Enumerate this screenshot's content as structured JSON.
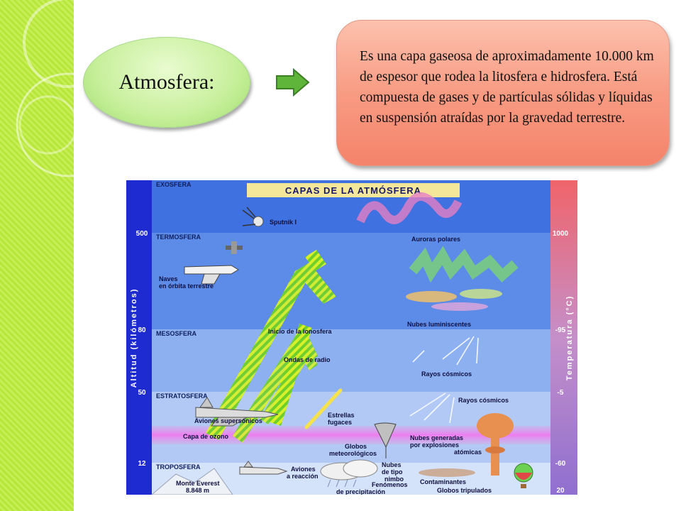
{
  "title": "Atmosfera:",
  "description": "Es una capa gaseosa de aproximadamente 10.000 km de espesor que rodea la litosfera e hidrosfera. Está compuesta de gases y de partículas sólidas y líquidas en suspensión atraídas por la gravedad terrestre.",
  "diagram": {
    "heading": "CAPAS DE LA ATMÓSFERA",
    "left_axis_label": "Altitud (kilómetros)",
    "right_axis_label": "Temperatura (°C)",
    "layers": {
      "exosfera": "EXOSFERA",
      "termosfera": "TERMOSFERA",
      "mesosfera": "MESOSFERA",
      "estratosfera": "ESTRATOSFERA",
      "troposfera": "TROPOSFERA"
    },
    "altitude_ticks": [
      "500",
      "80",
      "50",
      "12"
    ],
    "temperature_ticks": [
      "1000",
      "-95",
      "-5",
      "-60",
      "20"
    ],
    "labels": {
      "sputnik": "Sputnik I",
      "auroras": "Auroras polares",
      "naves_1": "Naves",
      "naves_2": "en órbita terrestre",
      "nubes_luminiscentes": "Nubes luminiscentes",
      "ionosfera": "Inicio de la ionosfera",
      "ondas": "Ondas de radio",
      "rayos_cosmicos_1": "Rayos cósmicos",
      "rayos_cosmicos_2": "Rayos cósmicos",
      "aviones_supersonicos": "Aviones supersónicos",
      "estrellas_1": "Estrellas",
      "estrellas_2": "fugaces",
      "capa_ozono": "Capa de ozono",
      "globos_met_1": "Globos",
      "globos_met_2": "meteorológicos",
      "nubes_explosiones_1": "Nubes generadas",
      "nubes_explosiones_2": "por explosiones",
      "nubes_explosiones_3": "atómicas",
      "aviones_reaccion_1": "Aviones",
      "aviones_reaccion_2": "a reacción",
      "nubes_nimbo_1": "Nubes",
      "nubes_nimbo_2": "de tipo",
      "nubes_nimbo_3": "nimbo",
      "precipitacion_1": "Fenómenos",
      "precipitacion_2": "de precipitación",
      "contaminantes": "Contaminantes",
      "monte_everest_1": "Monte Everest",
      "monte_everest_2": "8.848 m",
      "globos_tripulados": "Globos tripulados"
    }
  },
  "colors": {
    "accent_green": "#b7e63a",
    "bubble_green": "#c6ef9a",
    "box_salmon": "#f89b83",
    "arrow_green": "#5fb53a"
  }
}
